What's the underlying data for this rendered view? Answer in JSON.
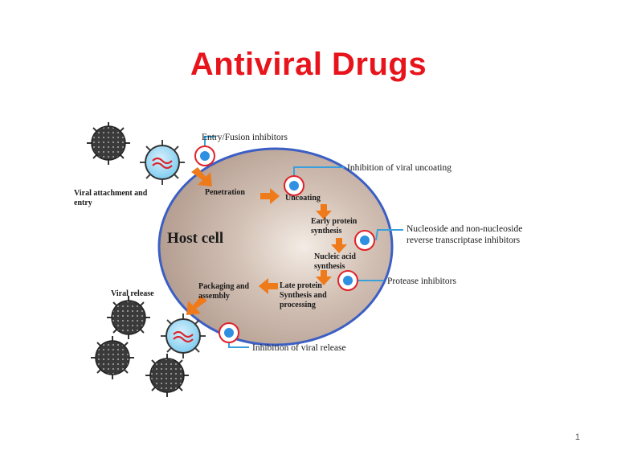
{
  "slide": {
    "title": "Antiviral Drugs",
    "number": "1"
  },
  "diagram": {
    "center_label": "Host cell",
    "stages": {
      "viral_attachment": "Viral attachment and entry",
      "penetration": "Penetration",
      "uncoating": "Uncoating",
      "early_protein": "Early protein synthesis",
      "nucleic_acid": "Nucleic acid synthesis",
      "late_protein": "Late protein Synthesis and processing",
      "packaging": "Packaging and assembly",
      "viral_release": "Viral release"
    },
    "inhibitors": {
      "entry_fusion": "Entry/Fusion inhibitors",
      "uncoating": "Inhibition of viral uncoating",
      "rt_line1": "Nucleoside and non-nucleoside",
      "rt_line2": "reverse transcriptase inhibitors",
      "protease": "Protease inhibitors",
      "release": "Inhibition of viral release"
    }
  },
  "colors": {
    "title": "#e8141b",
    "cell_border": "#3b5fc4",
    "arrow": "#ef7a1a",
    "pointer": "#3aa0dd",
    "drug_ring": "#e0222a",
    "drug_core": "#2f8fe0"
  }
}
